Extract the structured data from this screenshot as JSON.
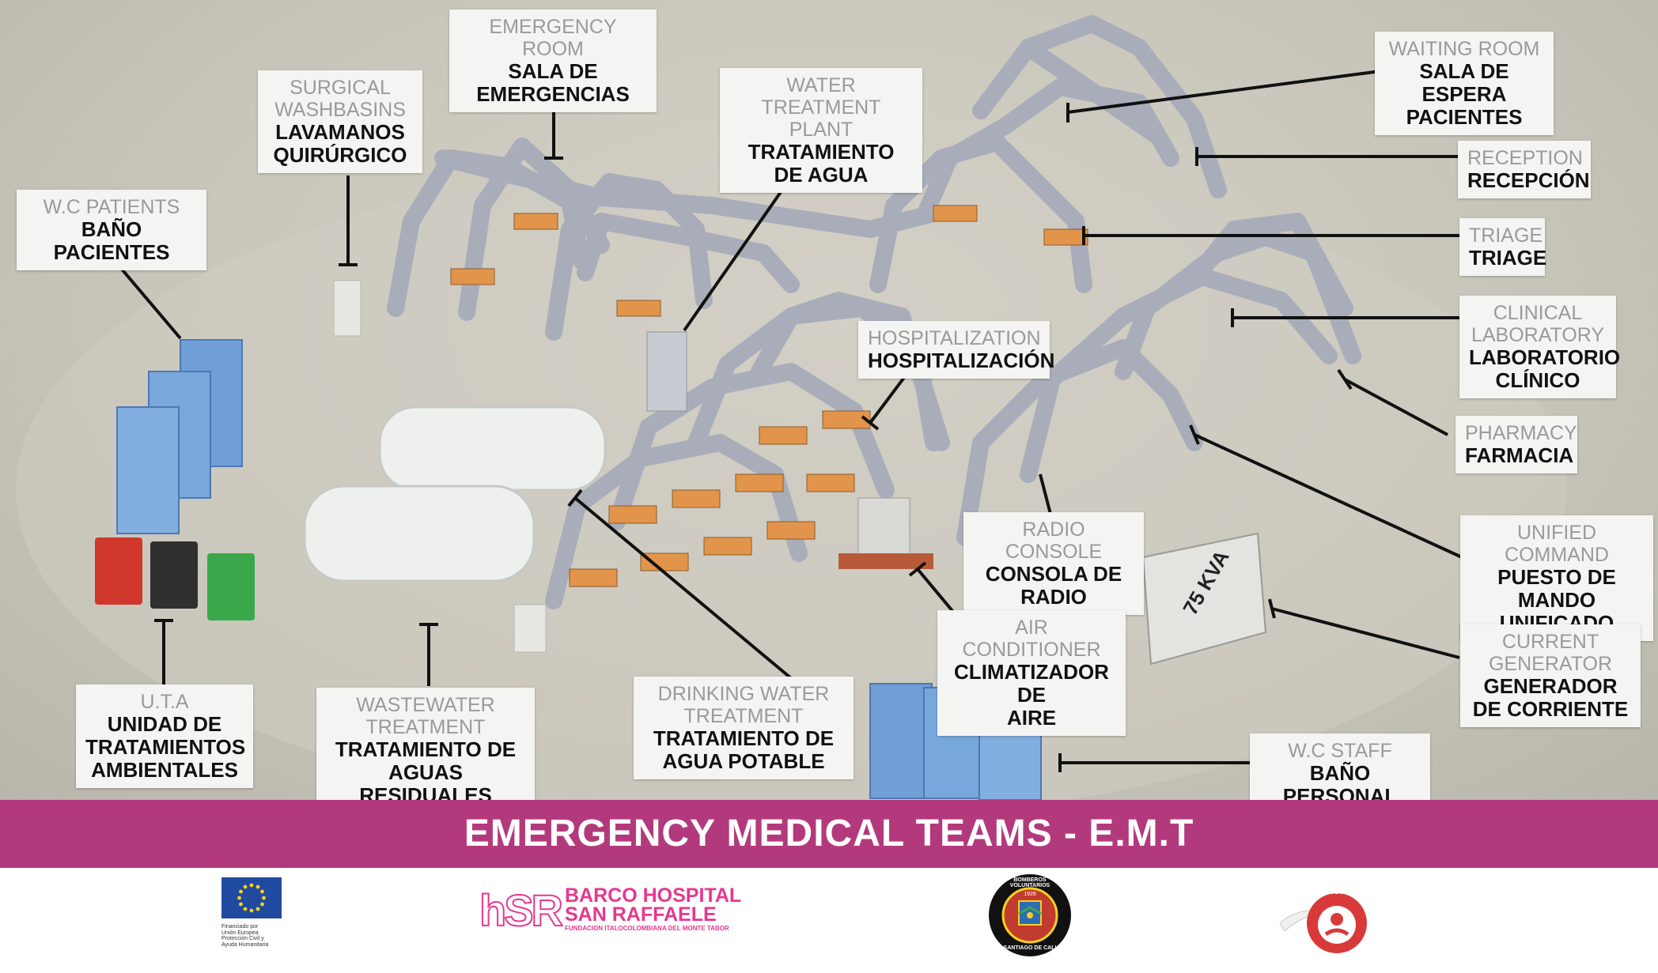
{
  "callouts": {
    "emergency_room": {
      "en": "EMERGENCY ROOM",
      "es": "SALA DE\nEMERGENCIAS"
    },
    "surgical_washbasins": {
      "en": "SURGICAL\nWASHBASINS",
      "es": "LAVAMANOS\nQUIRÚRGICO"
    },
    "wc_patients": {
      "en": "W.C PATIENTS",
      "es": "BAÑO PACIENTES"
    },
    "water_treatment_plant": {
      "en": "WATER TREATMENT\nPLANT",
      "es": "TRATAMIENTO\nDE AGUA"
    },
    "waiting_room": {
      "en": "WAITING ROOM",
      "es": "SALA DE ESPERA\nPACIENTES"
    },
    "reception": {
      "en": "RECEPTION",
      "es": "RECEPCIÓN"
    },
    "triage": {
      "en": "TRIAGE",
      "es": "TRIAGE"
    },
    "clinical_laboratory": {
      "en": "CLINICAL\nLABORATORY",
      "es": "LABORATORIO\nCLÍNICO"
    },
    "pharmacy": {
      "en": "PHARMACY",
      "es": "FARMACIA"
    },
    "hospitalization": {
      "en": "HOSPITALIZATION",
      "es": "HOSPITALIZACIÓN"
    },
    "unified_command": {
      "en": "UNIFIED COMMAND",
      "es": "PUESTO DE\nMANDO UNIFICADO"
    },
    "radio_console": {
      "en": "RADIO CONSOLE",
      "es": "CONSOLA DE\nRADIO"
    },
    "air_conditioner": {
      "en": "AIR CONDITIONER",
      "es": "CLIMATIZADOR DE\nAIRE"
    },
    "current_generator": {
      "en": "CURRENT\nGENERATOR",
      "es": "GENERADOR\nDE CORRIENTE"
    },
    "uta": {
      "en": "U.T.A",
      "es": "UNIDAD DE\nTRATAMIENTOS\nAMBIENTALES"
    },
    "wastewater_treatment": {
      "en": "WASTEWATER\nTREATMENT",
      "es": "TRATAMIENTO DE\nAGUAS RESIDUALES"
    },
    "drinking_water_treatment": {
      "en": "DRINKING WATER\nTREATMENT",
      "es": "TRATAMIENTO DE\nAGUA POTABLE"
    },
    "wc_staff": {
      "en": "W.C STAFF",
      "es": "BAÑO PERSONAL"
    }
  },
  "generator_label": "75 KVA",
  "banner_title": "EMERGENCY MEDICAL TEAMS - E.M.T",
  "logos": {
    "eu_caption": "Financiado por\nUnión Europea\nProtección Civil y\nAyuda Humanitaria",
    "hsr_mark": "hSR",
    "hsr_name_line1": "BARCO HOSPITAL",
    "hsr_name_line2": "SAN RAFFAELE",
    "hsr_subtitle": "FUNDACION ITALOCOLOMBIANA DEL MONTE TABOR",
    "bomberos_top": "BOMBEROS VOLUNTARIOS",
    "bomberos_bottom": "SANTIAGO DE CALI",
    "bomberos_year": "1928",
    "aispo": "AISPO"
  },
  "colors": {
    "banner": "#b23a7c",
    "tent_frame": "#a9adba",
    "toilet_blue": "#6f9fd6",
    "bin_red": "#d0382b",
    "bin_black": "#2f2f2f",
    "bin_green": "#3aa84a",
    "cot_orange": "#e2954a",
    "hsr_pink": "#e5388f",
    "eu_blue": "#1f4aa0",
    "eu_star": "#f5d020",
    "aispo_red": "#d83a3a"
  }
}
